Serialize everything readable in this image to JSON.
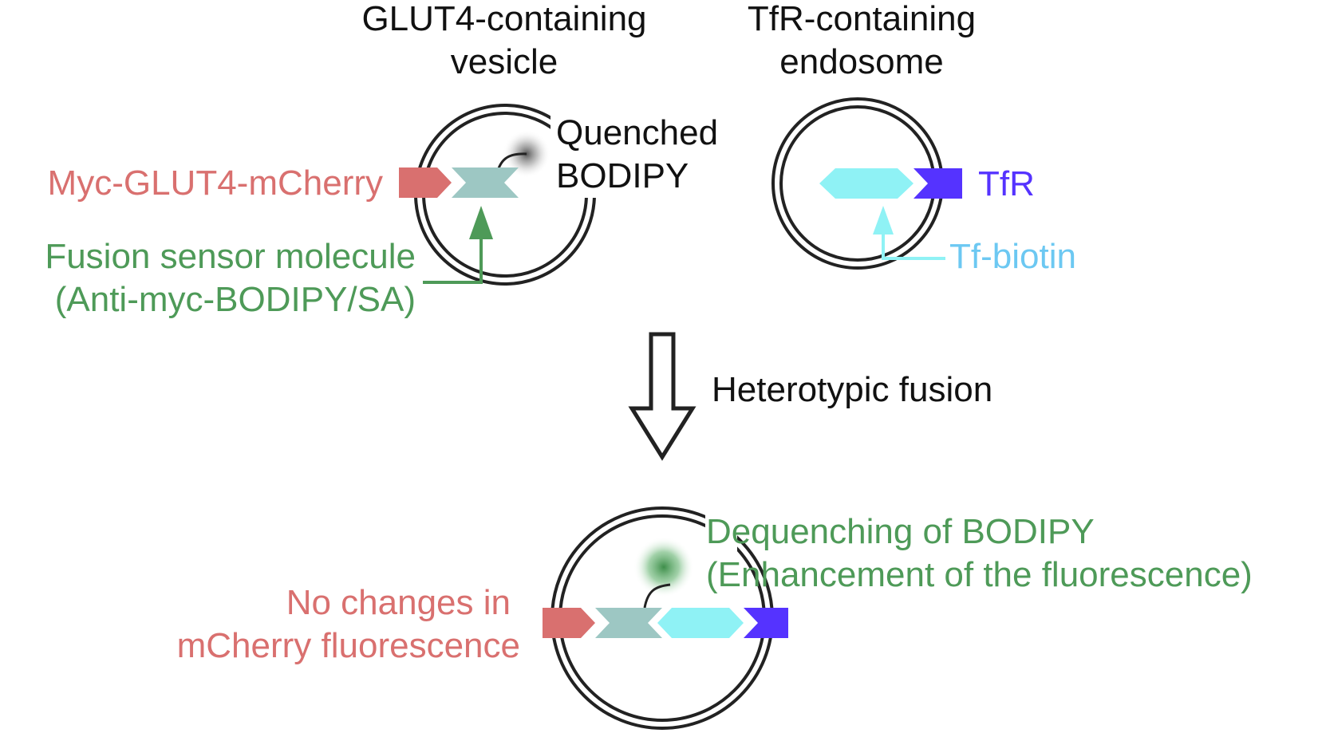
{
  "labels": {
    "glut4_vesicle_line1": "GLUT4-containing",
    "glut4_vesicle_line2": "vesicle",
    "tfr_endosome_line1": "TfR-containing",
    "tfr_endosome_line2": "endosome",
    "quenched_line1": "Quenched",
    "quenched_line2": "BODIPY",
    "myc_glut4_mcherry": "Myc-GLUT4-mCherry",
    "fusion_sensor_line1": "Fusion sensor molecule",
    "fusion_sensor_line2": "(Anti-myc-BODIPY/SA)",
    "tfr": "TfR",
    "tf_biotin": "Tf-biotin",
    "heterotypic_fusion": "Heterotypic fusion",
    "dequenching_line1": "Dequenching of BODIPY",
    "dequenching_line2": "(Enhancement of the fluorescence)",
    "no_changes_line1": "No changes in",
    "no_changes_line2": "mCherry fluorescence"
  },
  "colors": {
    "mcherry_red": "#D9706F",
    "sensor_green": "#4E9A58",
    "sensor_teal": "#9DC7C3",
    "tf_cyan": "#8FF2F5",
    "tf_label_blue": "#6CC8F2",
    "tfr_blue": "#5533FF",
    "outline_black": "#222222"
  }
}
